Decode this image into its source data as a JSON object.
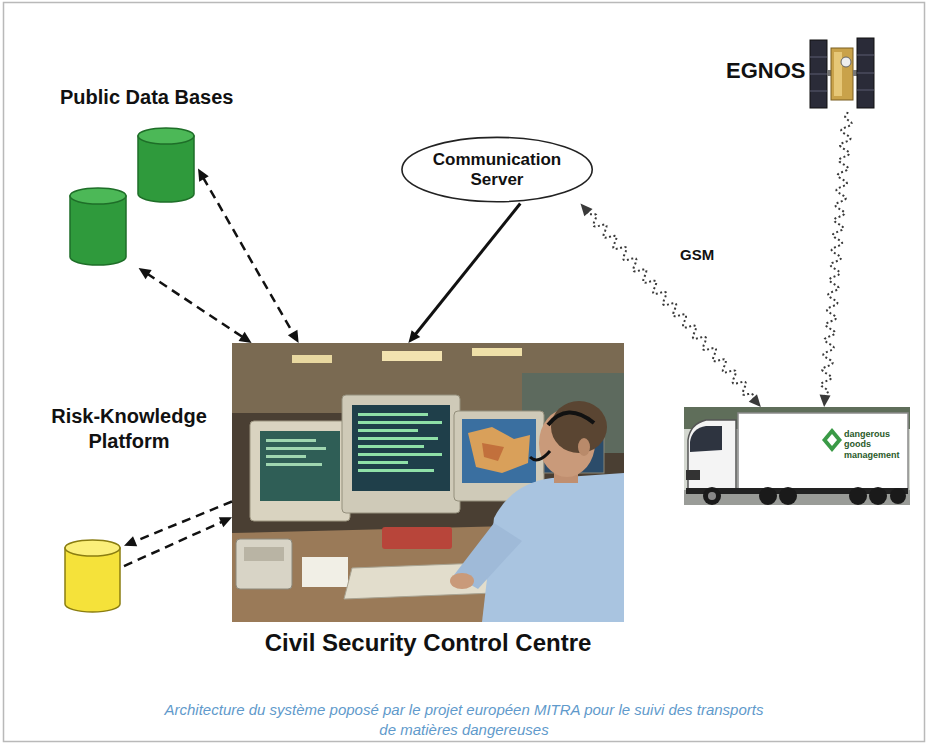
{
  "diagram": {
    "caption": "Architecture du système poposé par le projet européen MITRA pour le suivi des transports de matières dangereuses",
    "nodes": [
      {
        "text": [
          "Public Data Bases"
        ]
      },
      {
        "text": [
          "Communication Server"
        ]
      },
      {
        "text": [
          "EGNOS"
        ]
      },
      {
        "text": [
          "Risk-Knowledge Platform"
        ]
      },
      {
        "text": [
          "Civil Security Control Centre"
        ]
      },
      {
        "text": [
          "dangerous goods management"
        ]
      }
    ],
    "edges": [
      {
        "from": 0,
        "to": 4,
        "arrow": "both"
      },
      {
        "from": 0,
        "to": 4,
        "arrow": "both"
      },
      {
        "from": 1,
        "to": 4,
        "arrow": "to"
      },
      {
        "from": 5,
        "to": 1,
        "label": "GSM",
        "arrow": "both"
      },
      {
        "from": 2,
        "to": 5,
        "arrow": "to"
      },
      {
        "from": 4,
        "to": 3,
        "arrow": "to"
      },
      {
        "from": 3,
        "to": 4,
        "arrow": "to"
      }
    ]
  }
}
